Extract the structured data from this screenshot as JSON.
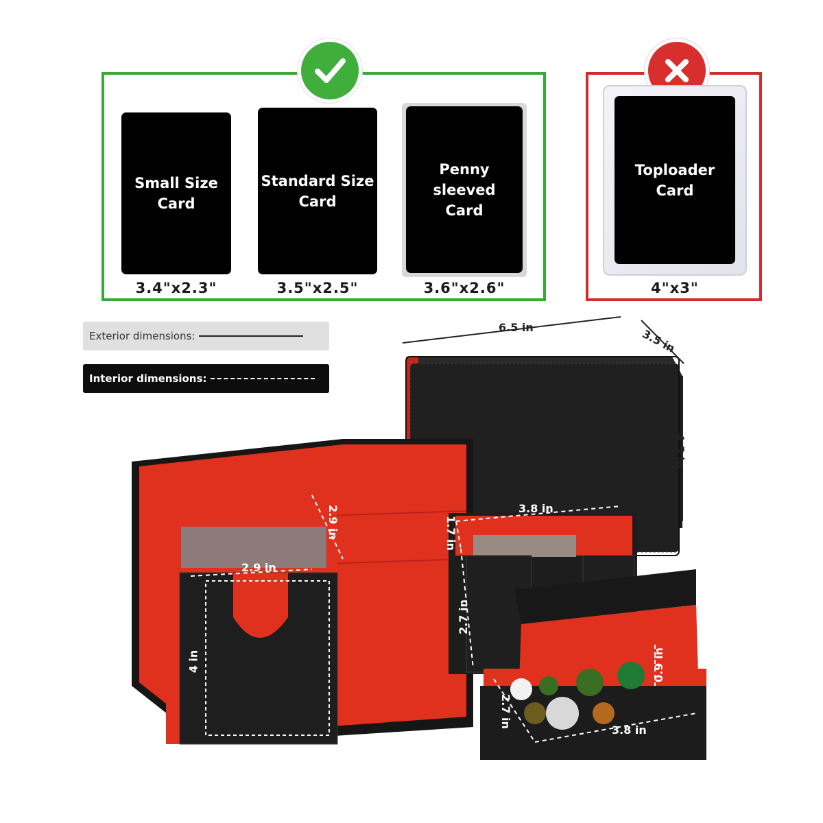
{
  "compatible": {
    "badge_icon": "checkmark-icon",
    "border_color": "#3aa837",
    "cards": [
      {
        "name": "Small Size\nCard",
        "size": "3.4\"x2.3\""
      },
      {
        "name": "Standard Size\nCard",
        "size": "3.5\"x2.5\""
      },
      {
        "name": "Penny sleeved\nCard",
        "size": "3.6\"x2.6\""
      }
    ]
  },
  "incompatible": {
    "badge_icon": "x-icon",
    "border_color": "#d12b2b",
    "card": {
      "name": "Toploader\nCard",
      "size": "4\"x3\""
    }
  },
  "legend": {
    "exterior": "Exterior dimensions:",
    "interior": "Interior dimensions:"
  },
  "dimensions": {
    "box_length": "6.5 in",
    "box_depth": "3.5 in",
    "box_height": "4.5 in",
    "left_deck_width": "2.9 in",
    "left_deck_depth": "2.9 in",
    "left_deck_height": "4 in",
    "right_deck_width": "3.8 in",
    "right_deck_lip": "1.7 in",
    "right_deck_height": "2.7 in",
    "dice_tray_width": "3.8 in",
    "dice_tray_depth": "2.7 in",
    "dice_tray_height": "0.9 in"
  },
  "colors": {
    "leather": "#1c1c1c",
    "lining": "#e0301e"
  }
}
